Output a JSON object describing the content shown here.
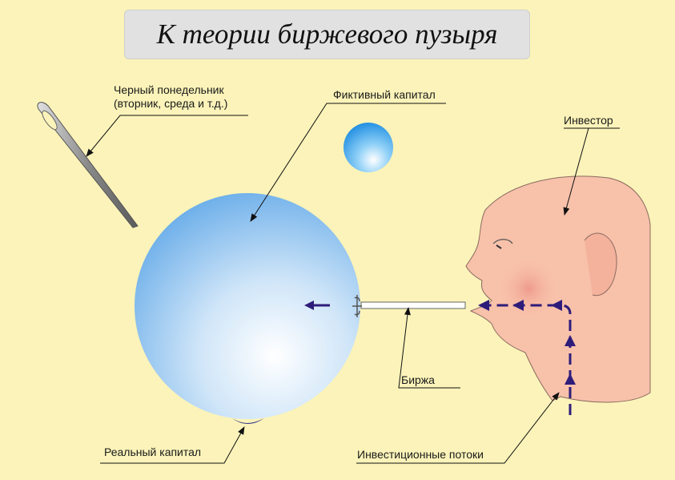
{
  "title": "К теории биржевого пузыря",
  "labels": {
    "black_monday_line1": "Черный понедельник",
    "black_monday_line2": "(вторник, среда и т.д.)",
    "fictitious_capital": "Фиктивный капитал",
    "investor": "Инвестор",
    "exchange": "Биржа",
    "real_capital": "Реальный капитал",
    "investment_flows": "Инвестиционные потоки"
  },
  "colors": {
    "background": "#fbf3b9",
    "bubble": "#8fc2ee",
    "head": "#f8c1aa",
    "flow_arrows": "#2e1c7a"
  }
}
